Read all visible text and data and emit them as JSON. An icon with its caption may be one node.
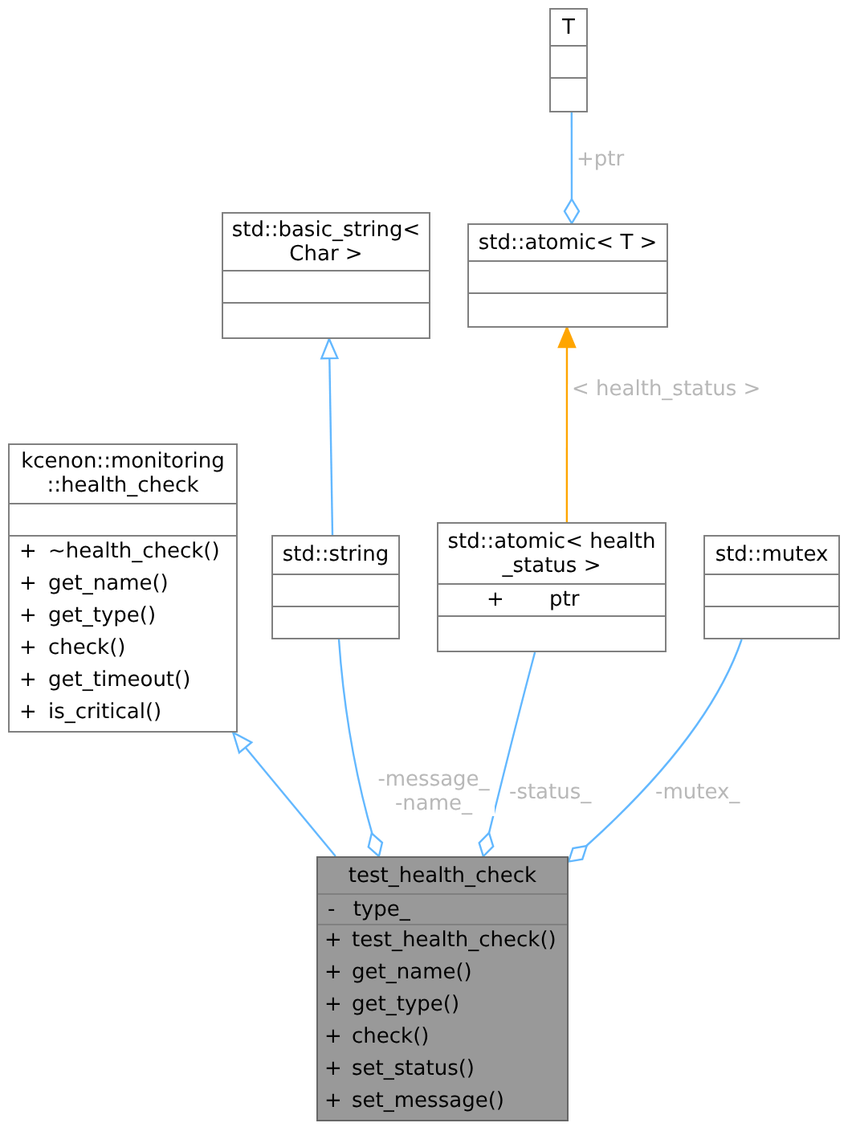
{
  "diagram": {
    "nodes": [
      {
        "text": [
          "T"
        ]
      },
      {
        "text": [
          "std::basic_string< Char >"
        ]
      },
      {
        "text": [
          "std::atomic< T >"
        ]
      },
      {
        "text": [
          "kcenon::monitoring ::health_check",
          "+ ~health_check()",
          "+ get_name()",
          "+ get_type()",
          "+ check()",
          "+ get_timeout()",
          "+ is_critical()"
        ]
      },
      {
        "text": [
          "std::string"
        ]
      },
      {
        "text": [
          "std::atomic< health _status >",
          "+ ptr"
        ]
      },
      {
        "text": [
          "std::mutex"
        ]
      },
      {
        "text": [
          "test_health_check",
          "- type_",
          "+ test_health_check()",
          "+ get_name()",
          "+ get_type()",
          "+ check()",
          "+ set_status()",
          "+ set_message()"
        ]
      }
    ],
    "edges": [
      {
        "from": 0,
        "to": 2,
        "arrow": "other",
        "label": "+ptr"
      },
      {
        "from": 4,
        "to": 1,
        "arrow": "to"
      },
      {
        "from": 5,
        "to": 2,
        "arrow": "to",
        "label": "< health_status >",
        "color": "#ffa500"
      },
      {
        "from": 7,
        "to": 3,
        "arrow": "to"
      },
      {
        "from": 4,
        "to": 7,
        "arrow": "other",
        "label": "-message_ -name_"
      },
      {
        "from": 5,
        "to": 7,
        "arrow": "other",
        "label": "-status_"
      },
      {
        "from": 6,
        "to": 7,
        "arrow": "other",
        "label": "-mutex_"
      }
    ]
  }
}
